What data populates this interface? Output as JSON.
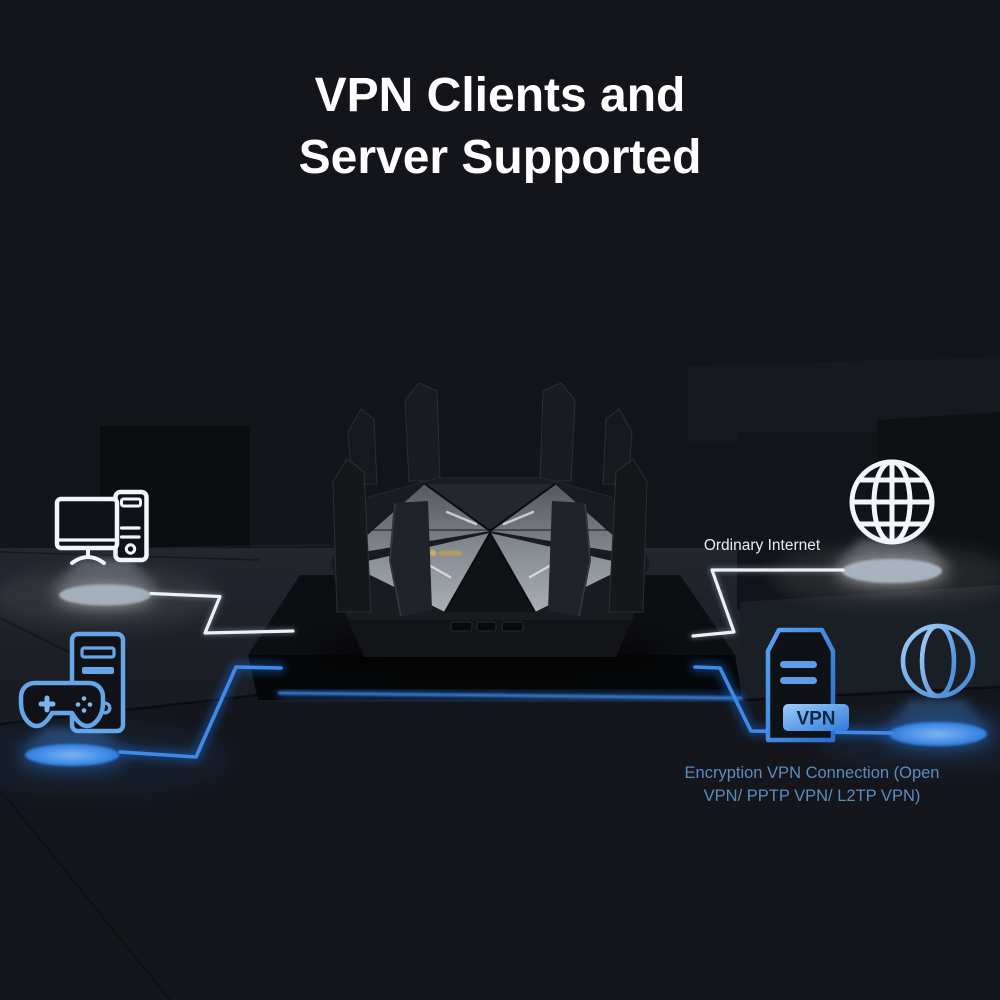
{
  "title": {
    "lines": [
      "VPN Clients and",
      "Server Supported"
    ]
  },
  "labels": {
    "ordinary_internet": "Ordinary Internet",
    "vpn_badge": "VPN",
    "caption_lines": [
      "Encryption VPN Connection (Open",
      "VPN/ PPTP VPN/ L2TP VPN)"
    ]
  },
  "nodes": [
    {
      "id": "desktop-pc",
      "icon": "desktop-computer-icon",
      "accent": "white",
      "connects_to": "router"
    },
    {
      "id": "gaming-pc",
      "icon": "gaming-pc-gamepad-icon",
      "accent": "blue",
      "connects_to": "router"
    },
    {
      "id": "router",
      "icon": "wifi-router-product"
    },
    {
      "id": "ordinary-internet-globe",
      "icon": "globe-icon",
      "accent": "white",
      "connects_to": "router"
    },
    {
      "id": "vpn-server",
      "icon": "vpn-server-icon",
      "accent": "blue",
      "connects_to": "router"
    },
    {
      "id": "vpn-internet-globe",
      "icon": "globe-icon",
      "accent": "blue",
      "connects_to": "vpn-server"
    }
  ],
  "connections": [
    {
      "from": "desktop-pc",
      "to": "router",
      "style": "white-line"
    },
    {
      "from": "router",
      "to": "ordinary-internet-globe",
      "style": "white-line"
    },
    {
      "from": "gaming-pc",
      "to": "router",
      "style": "blue-glow-line"
    },
    {
      "from": "router",
      "to": "vpn-server",
      "style": "blue-glow-line"
    },
    {
      "from": "vpn-server",
      "to": "vpn-internet-globe",
      "style": "blue-glow-line"
    }
  ],
  "colors": {
    "background": "#101216",
    "accent_blue": "#2f7de0",
    "icon_blue": "#66a5e8",
    "icon_white": "#f2f5f9",
    "label_text": "#e8edf3",
    "caption_text": "#5d8cc0",
    "title_text": "#ffffff",
    "badge_text": "#0d2744",
    "router_gold": "#bb9c5f"
  }
}
